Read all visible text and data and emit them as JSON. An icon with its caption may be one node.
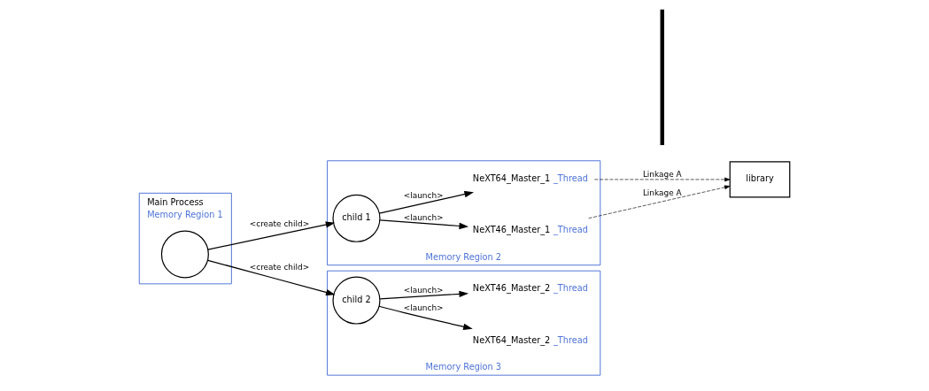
{
  "diagram": {
    "nodes": [
      {
        "text": [
          "Main Process",
          "Memory Region 1"
        ]
      },
      {
        "text": [],
        "shape": "circle",
        "in": 0
      },
      {
        "text": [
          "Memory Region 2"
        ]
      },
      {
        "text": [
          "child 1"
        ],
        "in": 2
      },
      {
        "text": [
          "NeXT64_Master_1",
          "_Thread"
        ],
        "in": 2
      },
      {
        "text": [
          "NeXT46_Master_1",
          "_Thread"
        ],
        "in": 2
      },
      {
        "text": [],
        "shape": "bar"
      },
      {
        "text": [
          "Memory Region 3"
        ]
      },
      {
        "text": [
          "child 2"
        ],
        "in": 7
      },
      {
        "text": [
          "NeXT64_Master_2",
          "_Thread"
        ],
        "in": 7
      },
      {
        "text": [
          "NeXT46_Master_2",
          "_Thread"
        ],
        "in": 7
      },
      {
        "text": [
          "library"
        ]
      }
    ],
    "edges": [
      {
        "from": 1,
        "to": 3,
        "arrow": "to",
        "label": "<create child>"
      },
      {
        "from": 1,
        "to": 8,
        "arrow": "to",
        "label": "<create child>"
      },
      {
        "from": 3,
        "to": 4,
        "arrow": "to",
        "label": "<launch>"
      },
      {
        "from": 3,
        "to": 5,
        "arrow": "to",
        "label": "<launch>"
      },
      {
        "from": 8,
        "to": 9,
        "arrow": "to",
        "label": "<launch>"
      },
      {
        "from": 8,
        "to": 10,
        "arrow": "to",
        "label": "<launch>"
      },
      {
        "from": 4,
        "to": 11,
        "arrow": "to",
        "label": "Linkage A",
        "style": "dashed"
      },
      {
        "from": 5,
        "to": 11,
        "arrow": "to",
        "label": "Linkage A",
        "style": "dashed"
      }
    ]
  }
}
